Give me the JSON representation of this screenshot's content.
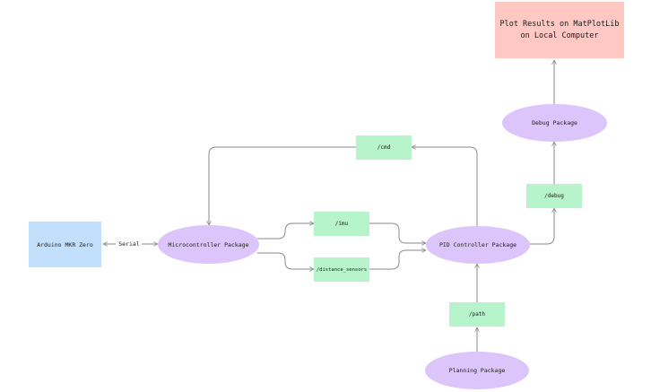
{
  "nodes": {
    "plot_results": "Plot Results on MatPlotLib\non Local Computer",
    "debug_package": "Debug Package",
    "cmd_topic": "/cmd",
    "debug_topic": "/debug",
    "arduino": "Arduino MKR Zero",
    "microcontroller_package": "Microcontroller Package",
    "imu_topic": "/imu",
    "distance_sensors_topic": "/distance_sensors",
    "pid_controller_package": "PID Controller Package",
    "path_topic": "/path",
    "planning_package": "Planning Package"
  },
  "edges": {
    "serial_label": "Serial"
  },
  "colors": {
    "package": "#dcc5fb",
    "topic": "#b7f3cb",
    "hardware": "#c2e0fb",
    "output": "#ffc8c2",
    "connector": "#8a8a8a"
  }
}
